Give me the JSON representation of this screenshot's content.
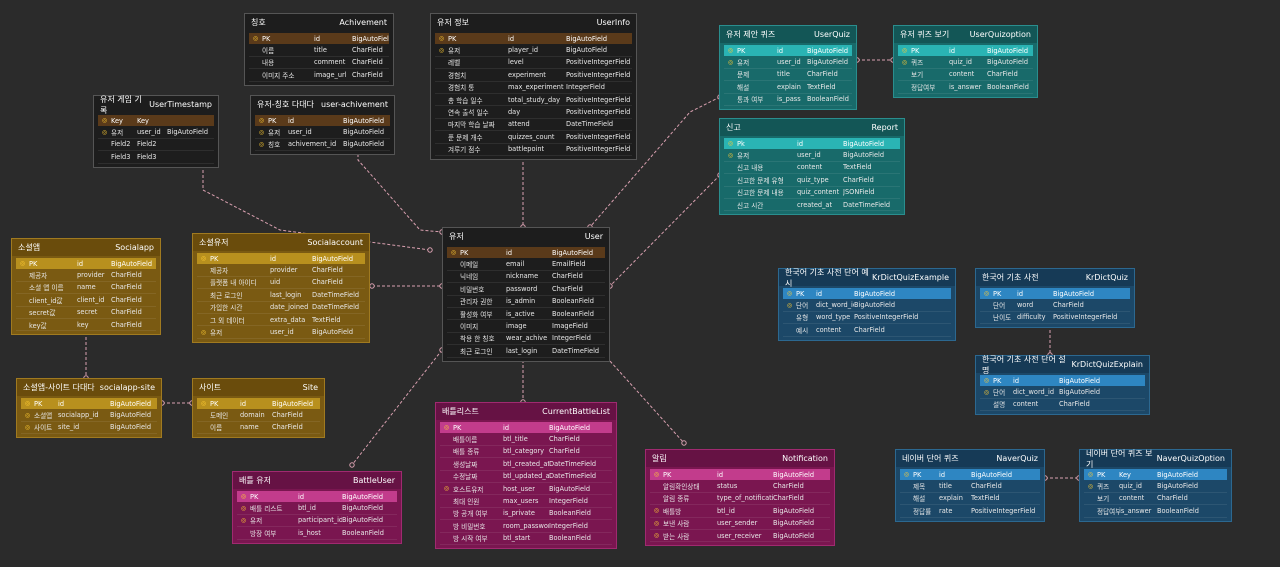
{
  "tables": [
    {
      "id": "achievement",
      "theme": "dark",
      "kr": "칭호",
      "en": "Achivement",
      "rows": [
        [
          "PK",
          "id",
          "BigAutoField"
        ],
        [
          "이름",
          "title",
          "CharField"
        ],
        [
          "내용",
          "comment",
          "CharField"
        ],
        [
          "이미지 주소",
          "image_url",
          "CharField"
        ]
      ],
      "keys": [
        "◎",
        "",
        "",
        ""
      ]
    },
    {
      "id": "userinfo",
      "theme": "dark",
      "kr": "유저 정보",
      "en": "UserInfo",
      "rows": [
        [
          "PK",
          "id",
          "BigAutoField"
        ],
        [
          "유저",
          "player_id",
          "BigAutoField"
        ],
        [
          "레벨",
          "level",
          "PositiveIntegerField"
        ],
        [
          "경험치",
          "experiment",
          "PositiveIntegerField"
        ],
        [
          "경험치 통",
          "max_experiment",
          "IntegerField"
        ],
        [
          "총 학습 일수",
          "total_study_day",
          "PositiveIntegerField"
        ],
        [
          "연속 출석 일수",
          "day",
          "PositiveIntegerField"
        ],
        [
          "마지막 학습 날짜",
          "attend",
          "DateTimeField"
        ],
        [
          "푼 문제 개수",
          "quizzes_count",
          "PositiveIntegerField"
        ],
        [
          "겨루기 점수",
          "battlepoint",
          "PositiveIntegerField"
        ]
      ],
      "keys": [
        "◎",
        "◎",
        "",
        "",
        "",
        "",
        "",
        "",
        "",
        ""
      ]
    },
    {
      "id": "usertimestamp",
      "theme": "dark",
      "kr": "유저 게임 기록",
      "en": "UserTimestamp",
      "rows": [
        [
          "Key",
          "Key",
          ""
        ],
        [
          "유저",
          "user_id",
          "BigAutoField"
        ],
        [
          "Field2",
          "Field2",
          ""
        ],
        [
          "Field3",
          "Field3",
          ""
        ]
      ],
      "keys": [
        "◎",
        "◎",
        "",
        ""
      ]
    },
    {
      "id": "userachivement",
      "theme": "dark",
      "kr": "유저-칭호 다대다",
      "en": "user-achivement",
      "rows": [
        [
          "PK",
          "id",
          "BigAutoField"
        ],
        [
          "유저",
          "user_id",
          "BigAutoField"
        ],
        [
          "칭호",
          "achivement_id",
          "BigAutoField"
        ]
      ],
      "keys": [
        "◎",
        "◎",
        "◎"
      ]
    },
    {
      "id": "userquiz",
      "theme": "teal",
      "kr": "유저 제안 퀴즈",
      "en": "UserQuiz",
      "rows": [
        [
          "PK",
          "id",
          "BigAutoField"
        ],
        [
          "유저",
          "user_id",
          "BigAutoField"
        ],
        [
          "문제",
          "title",
          "CharField"
        ],
        [
          "해설",
          "explain",
          "TextField"
        ],
        [
          "통과 여부",
          "is_pass",
          "BooleanField"
        ]
      ],
      "keys": [
        "◎",
        "◎",
        "",
        "",
        ""
      ]
    },
    {
      "id": "userquizoption",
      "theme": "teal",
      "kr": "유저 퀴즈 보기",
      "en": "UserQuizoption",
      "rows": [
        [
          "PK",
          "id",
          "BigAutoField"
        ],
        [
          "퀴즈",
          "quiz_id",
          "BigAutoField"
        ],
        [
          "보기",
          "content",
          "CharField"
        ],
        [
          "정답여부",
          "is_answer",
          "BooleanField"
        ]
      ],
      "keys": [
        "◎",
        "◎",
        "",
        ""
      ]
    },
    {
      "id": "report",
      "theme": "teal",
      "kr": "신고",
      "en": "Report",
      "rows": [
        [
          "Pk",
          "id",
          "BigAutoField"
        ],
        [
          "유저",
          "user_id",
          "BigAutoField"
        ],
        [
          "신고 내용",
          "content",
          "TextField"
        ],
        [
          "신고한 문제 유형",
          "quiz_type",
          "CharField"
        ],
        [
          "신고한 문제 내용",
          "quiz_content",
          "JSONField"
        ],
        [
          "신고 시간",
          "created_at",
          "DateTimeField"
        ]
      ],
      "keys": [
        "◎",
        "◎",
        "",
        "",
        "",
        ""
      ]
    },
    {
      "id": "socialapp",
      "theme": "gold",
      "kr": "소셜앱",
      "en": "Socialapp",
      "rows": [
        [
          "PK",
          "id",
          "BigAutoField"
        ],
        [
          "제공자",
          "provider",
          "CharField"
        ],
        [
          "소셜 앱 이름",
          "name",
          "CharField"
        ],
        [
          "client_id값",
          "client_id",
          "CharField"
        ],
        [
          "secret값",
          "secret",
          "CharField"
        ],
        [
          "key값",
          "key",
          "CharField"
        ]
      ],
      "keys": [
        "◎",
        "",
        "",
        "",
        "",
        ""
      ]
    },
    {
      "id": "socialaccount",
      "theme": "gold",
      "kr": "소셜유저",
      "en": "Socialaccount",
      "rows": [
        [
          "PK",
          "id",
          "BigAutoField"
        ],
        [
          "제공자",
          "provider",
          "CharField"
        ],
        [
          "플랫폼 내 아이디",
          "uid",
          "CharField"
        ],
        [
          "최근 로그인",
          "last_login",
          "DateTimeField"
        ],
        [
          "가입한 시간",
          "date_joined",
          "DateTimeField"
        ],
        [
          "그 외 데이터",
          "extra_data",
          "TextField"
        ],
        [
          "유저",
          "user_id",
          "BigAutoField"
        ]
      ],
      "keys": [
        "◎",
        "",
        "",
        "",
        "",
        "",
        "◎"
      ]
    },
    {
      "id": "user",
      "theme": "dark",
      "kr": "유저",
      "en": "User",
      "rows": [
        [
          "PK",
          "id",
          "BigAutoField"
        ],
        [
          "이메일",
          "email",
          "EmailField"
        ],
        [
          "닉네임",
          "nickname",
          "CharField"
        ],
        [
          "비밀번호",
          "password",
          "CharField"
        ],
        [
          "관리자 권한",
          "is_admin",
          "BooleanField"
        ],
        [
          "활성화 여부",
          "is_active",
          "BooleanField"
        ],
        [
          "이미지",
          "image",
          "ImageField"
        ],
        [
          "착용 한 칭호",
          "wear_achive",
          "IntegerField"
        ],
        [
          "최근 로그인",
          "last_login",
          "DateTimeField"
        ]
      ],
      "keys": [
        "◎",
        "",
        "",
        "",
        "",
        "",
        "",
        "",
        ""
      ]
    },
    {
      "id": "krdictquizexample",
      "theme": "blue",
      "kr": "한국어 기초 사전 단어 예시",
      "en": "KrDictQuizExample",
      "rows": [
        [
          "PK",
          "id",
          "BigAutoField"
        ],
        [
          "단어",
          "dict_word_id",
          "BigAutoField"
        ],
        [
          "유형",
          "word_type",
          "PositiveIntegerField"
        ],
        [
          "예시",
          "content",
          "CharField"
        ]
      ],
      "keys": [
        "◎",
        "◎",
        "",
        ""
      ]
    },
    {
      "id": "krdictquiz",
      "theme": "blue",
      "kr": "한국어 기초 사전",
      "en": "KrDictQuiz",
      "rows": [
        [
          "PK",
          "id",
          "BigAutoField"
        ],
        [
          "단어",
          "word",
          "CharField"
        ],
        [
          "난이도",
          "difficulty",
          "PositiveIntegerField"
        ]
      ],
      "keys": [
        "◎",
        "",
        ""
      ]
    },
    {
      "id": "krdictquizexplain",
      "theme": "blue",
      "kr": "한국어 기초 사전 단어 설명",
      "en": "KrDictQuizExplain",
      "rows": [
        [
          "PK",
          "id",
          "BigAutoField"
        ],
        [
          "단어",
          "dict_word_id",
          "BigAutoField"
        ],
        [
          "설명",
          "content",
          "CharField"
        ]
      ],
      "keys": [
        "◎",
        "◎",
        ""
      ]
    },
    {
      "id": "socialappsite",
      "theme": "gold",
      "kr": "소셜앱-사이트 다대다",
      "en": "socialapp-site",
      "rows": [
        [
          "PK",
          "id",
          "BigAutoField"
        ],
        [
          "소셜앱",
          "socialapp_id",
          "BigAutoField"
        ],
        [
          "사이트",
          "site_id",
          "BigAutoField"
        ]
      ],
      "keys": [
        "◎",
        "◎",
        "◎"
      ]
    },
    {
      "id": "site",
      "theme": "gold",
      "kr": "사이트",
      "en": "Site",
      "rows": [
        [
          "PK",
          "id",
          "BigAutoField"
        ],
        [
          "도메인",
          "domain",
          "CharField"
        ],
        [
          "이름",
          "name",
          "CharField"
        ]
      ],
      "keys": [
        "◎",
        "",
        ""
      ]
    },
    {
      "id": "currentbattlelist",
      "theme": "magenta",
      "kr": "배틀리스트",
      "en": "CurrentBattleList",
      "rows": [
        [
          "PK",
          "id",
          "BigAutoField"
        ],
        [
          "배틀이름",
          "btl_title",
          "CharField"
        ],
        [
          "배틀 종류",
          "btl_category",
          "CharField"
        ],
        [
          "생성날짜",
          "btl_created_at",
          "DateTimeField"
        ],
        [
          "수정날짜",
          "btl_updated_at",
          "DateTimeField"
        ],
        [
          "호스트유저",
          "host_user",
          "BigAutoField"
        ],
        [
          "최대 인원",
          "max_users",
          "IntegerField"
        ],
        [
          "방 공개 여부",
          "is_private",
          "BooleanField"
        ],
        [
          "방 비밀번호",
          "room_password",
          "IntegerField"
        ],
        [
          "방 시작 여부",
          "btl_start",
          "BooleanField"
        ]
      ],
      "keys": [
        "◎",
        "",
        "",
        "",
        "",
        "◎",
        "",
        "",
        "",
        ""
      ]
    },
    {
      "id": "notification",
      "theme": "magenta",
      "kr": "알림",
      "en": "Notification",
      "rows": [
        [
          "PK",
          "id",
          "BigAutoField"
        ],
        [
          "알림확인상태",
          "status",
          "CharField"
        ],
        [
          "알림 종류",
          "type_of_notification",
          "CharField"
        ],
        [
          "배틀방",
          "btl_id",
          "BigAutoField"
        ],
        [
          "보낸 사람",
          "user_sender",
          "BigAutoField"
        ],
        [
          "받는 사람",
          "user_receiver",
          "BigAutoField"
        ]
      ],
      "keys": [
        "◎",
        "",
        "",
        "◎",
        "◎",
        "◎"
      ]
    },
    {
      "id": "battleuser",
      "theme": "magenta",
      "kr": "배틀 유저",
      "en": "BattleUser",
      "rows": [
        [
          "PK",
          "id",
          "BigAutoField"
        ],
        [
          "배틀 리스트",
          "btl_id",
          "BigAutoField"
        ],
        [
          "유저",
          "participant_id",
          "BigAutoField"
        ],
        [
          "방장 여부",
          "is_host",
          "BooleanField"
        ]
      ],
      "keys": [
        "◎",
        "◎",
        "◎",
        ""
      ]
    },
    {
      "id": "naverquiz",
      "theme": "blue",
      "kr": "네이버 단어 퀴즈",
      "en": "NaverQuiz",
      "rows": [
        [
          "PK",
          "id",
          "BigAutoField"
        ],
        [
          "제목",
          "title",
          "CharField"
        ],
        [
          "해설",
          "explain",
          "TextField"
        ],
        [
          "정답률",
          "rate",
          "PositiveIntegerField"
        ]
      ],
      "keys": [
        "◎",
        "",
        "",
        ""
      ]
    },
    {
      "id": "naverquizoption",
      "theme": "blue",
      "kr": "네이버 단어 퀴즈 보기",
      "en": "NaverQuizOption",
      "rows": [
        [
          "PK",
          "Key",
          "BigAutoField"
        ],
        [
          "퀴즈",
          "quiz_id",
          "BigAutoField"
        ],
        [
          "보기",
          "content",
          "CharField"
        ],
        [
          "정답여부",
          "is_answer",
          "BooleanField"
        ]
      ],
      "keys": [
        "◎",
        "◎",
        "",
        ""
      ]
    }
  ],
  "colors": {
    "edge": "#d9a0b0",
    "background": "#2b2b2b"
  }
}
